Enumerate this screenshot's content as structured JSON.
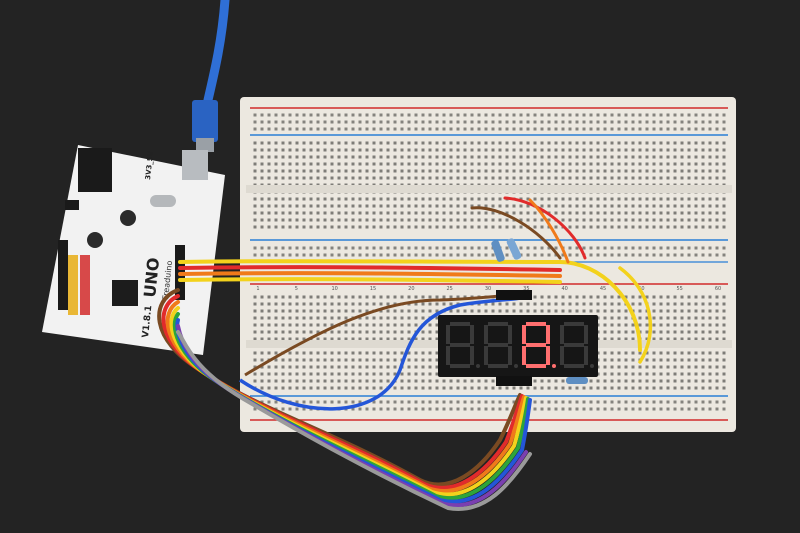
{
  "scene": {
    "background": "#232323",
    "board": {
      "brand": "UNO",
      "model": "Freaduino",
      "version": "V1.8.1",
      "power_label": "3V3_5V",
      "color": "#f2f2f2"
    },
    "display": {
      "digits": 4,
      "lit_digit_index": 2,
      "lit_color": "#ff6f6f",
      "unlit_color": "#3a3a3a"
    },
    "breadboard": {
      "color": "#ece8e0",
      "rail_red": "#d22b2b",
      "rail_blue": "#2a7fd6",
      "column_marks": [
        "1",
        "5",
        "10",
        "15",
        "20",
        "25",
        "30",
        "35",
        "40",
        "45",
        "50",
        "55",
        "60"
      ]
    },
    "cable": {
      "color": "#2f6fd6"
    },
    "wire_colors": {
      "brown": "#7a4a22",
      "red": "#e12b2b",
      "orange": "#f07a1a",
      "yellow": "#f3d21c",
      "green": "#2ea53a",
      "blue": "#2456d8",
      "purple": "#7a3fb0",
      "gray": "#9a9a9a",
      "white": "#f0f0f0",
      "black": "#111111"
    }
  }
}
